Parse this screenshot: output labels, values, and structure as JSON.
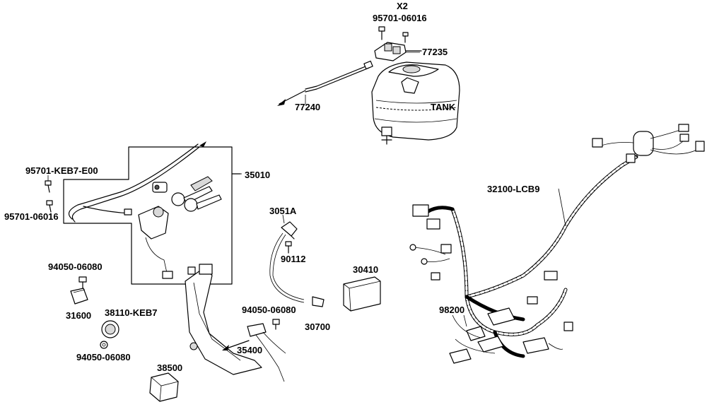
{
  "labels": {
    "x2": "X2",
    "p95701_06016_top": "95701-06016",
    "p77235": "77235",
    "p77240": "77240",
    "tank": "TANK",
    "p35010": "35010",
    "p95701_keb7_e00": "95701-KEB7-E00",
    "p95701_06016_left": "95701-06016",
    "p3051a": "3051A",
    "p90112": "90112",
    "p30410": "30410",
    "p32100_lcb9": "32100-LCB9",
    "p94050_06080_a": "94050-06080",
    "p31600": "31600",
    "p38110_keb7": "38110-KEB7",
    "p94050_06080_b": "94050-06080",
    "p94050_06080_c": "94050-06080",
    "p30700": "30700",
    "p35400": "35400",
    "p38500": "38500",
    "p98200": "98200"
  }
}
